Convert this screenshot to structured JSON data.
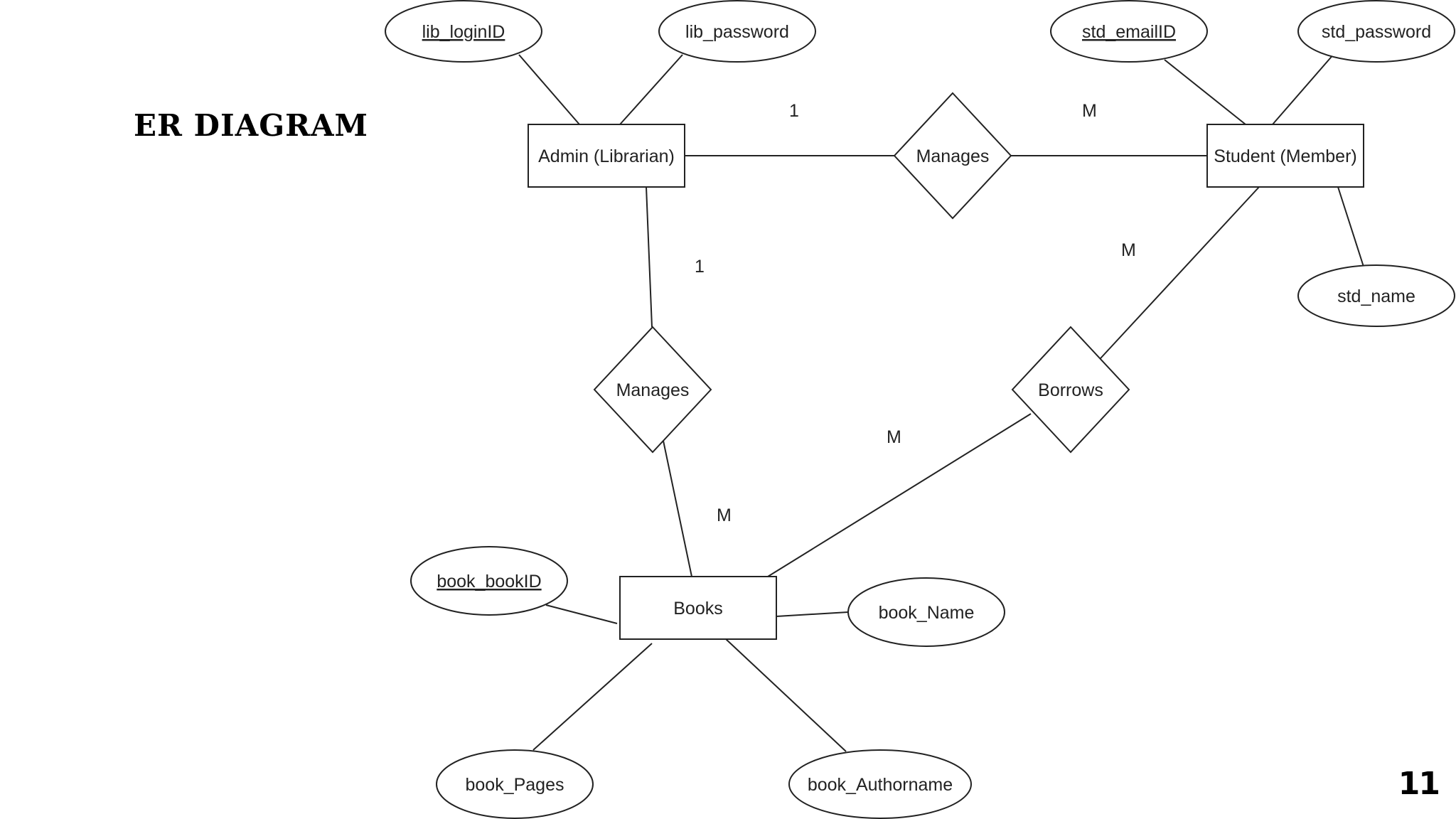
{
  "slide": {
    "title": "ER Diagram",
    "page_number": "11"
  },
  "entities": {
    "admin": "Admin (Librarian)",
    "student": "Student (Member)",
    "books": "Books"
  },
  "relationships": {
    "manages_admin_student": "Manages",
    "manages_admin_books": "Manages",
    "borrows": "Borrows"
  },
  "attributes": {
    "lib_loginID": {
      "label": "lib_loginID",
      "key": true
    },
    "lib_password": {
      "label": "lib_password",
      "key": false
    },
    "std_emailID": {
      "label": "std_emailID",
      "key": true
    },
    "std_password": {
      "label": "std_password",
      "key": false
    },
    "std_name": {
      "label": "std_name",
      "key": false
    },
    "book_bookID": {
      "label": "book_bookID",
      "key": true
    },
    "book_Name": {
      "label": "book_Name",
      "key": false
    },
    "book_Pages": {
      "label": "book_Pages",
      "key": false
    },
    "book_Authorname": {
      "label": "book_Authorname",
      "key": false
    }
  },
  "cardinalities": {
    "admin_manages_student_admin_side": "1",
    "admin_manages_student_student_side": "M",
    "admin_manages_books_admin_side": "1",
    "admin_manages_books_books_side": "M",
    "borrows_student_side": "M",
    "borrows_books_side": "M"
  }
}
